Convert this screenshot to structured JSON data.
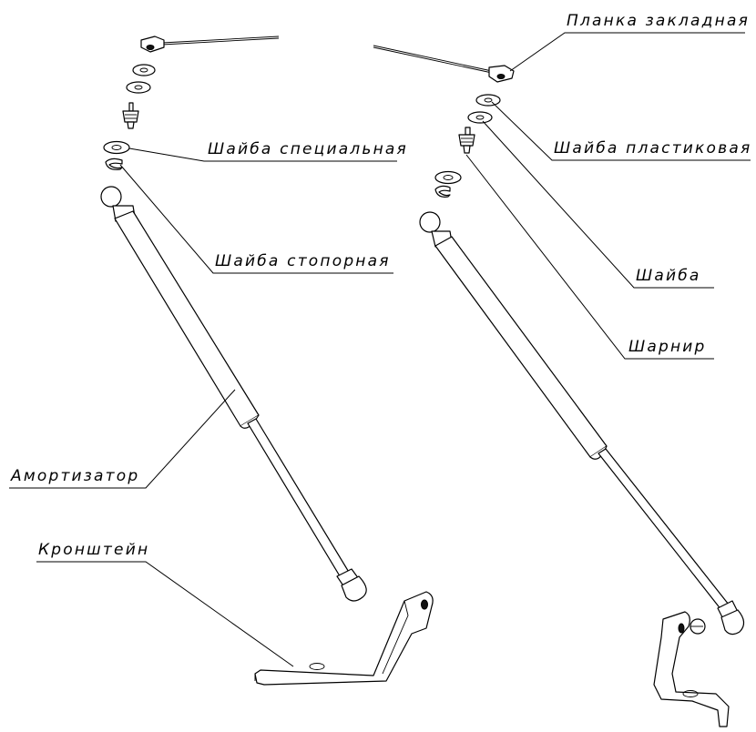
{
  "labels": {
    "planka": "Планка закладная",
    "shaiba_plastik": "Шайба пластиковая",
    "shaiba_spec": "Шайба специальная",
    "shaiba_stop": "Шайба стопорная",
    "shaiba": "Шайба",
    "sharnir": "Шарнир",
    "amortizator": "Амортизатор",
    "kronshtein": "Кронштейн"
  }
}
